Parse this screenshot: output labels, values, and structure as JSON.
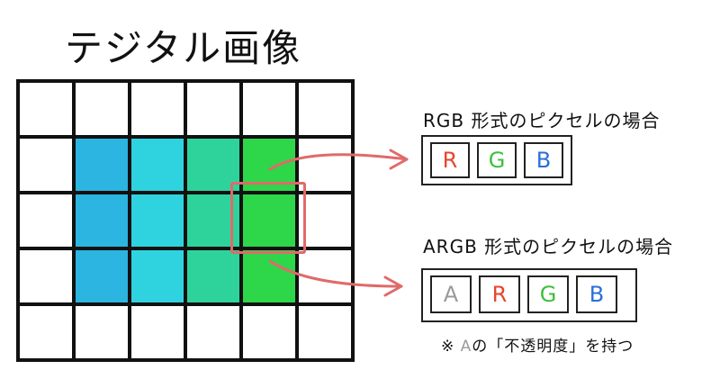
{
  "title": "テジタル画像",
  "grid": {
    "rows": 5,
    "cols": 6,
    "colored_cells": [
      {
        "row": 1,
        "col": 1,
        "color": "#2bb5e0"
      },
      {
        "row": 1,
        "col": 2,
        "color": "#2fd3e0"
      },
      {
        "row": 1,
        "col": 3,
        "color": "#2ed39c"
      },
      {
        "row": 1,
        "col": 4,
        "color": "#2ed64a"
      },
      {
        "row": 2,
        "col": 1,
        "color": "#2bb5e0"
      },
      {
        "row": 2,
        "col": 2,
        "color": "#2fd3e0"
      },
      {
        "row": 2,
        "col": 3,
        "color": "#2ed39c"
      },
      {
        "row": 2,
        "col": 4,
        "color": "#2ed64a"
      },
      {
        "row": 3,
        "col": 1,
        "color": "#2bb5e0"
      },
      {
        "row": 3,
        "col": 2,
        "color": "#2fd3e0"
      },
      {
        "row": 3,
        "col": 3,
        "color": "#2ed39c"
      },
      {
        "row": 3,
        "col": 4,
        "color": "#2ed64a"
      }
    ]
  },
  "highlight_color": "#e06a6a",
  "rgb": {
    "label": "RGB 形式のピクセルの場合",
    "channels": [
      {
        "letter": "R",
        "color": "#e8452c"
      },
      {
        "letter": "G",
        "color": "#3cbf3c"
      },
      {
        "letter": "B",
        "color": "#2b6fd6"
      }
    ]
  },
  "argb": {
    "label": "ARGB 形式のピクセルの場合",
    "channels": [
      {
        "letter": "A",
        "color": "#9a9a9a"
      },
      {
        "letter": "R",
        "color": "#e8452c"
      },
      {
        "letter": "G",
        "color": "#3cbf3c"
      },
      {
        "letter": "B",
        "color": "#2b6fd6"
      }
    ],
    "note_prefix": "※",
    "note_letter": "A",
    "note_suffix": "の「不透明度」を持つ"
  }
}
